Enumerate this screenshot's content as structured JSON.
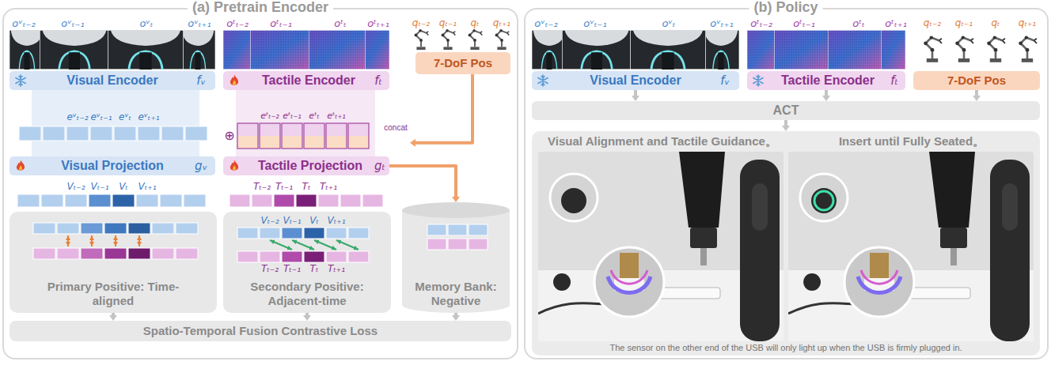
{
  "diagram": {
    "nodes": [
      {
        "text": [
          "(a) Pretrain Encoder"
        ]
      },
      {
        "text": [
          "Visual Encoder",
          "fᵥ"
        ],
        "in": 0
      },
      {
        "text": [
          "Tactile Encoder",
          "fₜ"
        ],
        "in": 0
      },
      {
        "text": [
          "7-DoF Pos"
        ],
        "in": 0
      },
      {
        "text": [
          "eᵛₜ₋₂",
          "eᵛₜ₋₁",
          "eᵛₜ",
          "eᵛₜ₊₁"
        ],
        "in": 0
      },
      {
        "text": [
          "⊕",
          "eᵗₜ₋₂",
          "eᵗₜ₋₁",
          "eᵗₜ",
          "eᵗₜ₊₁",
          "concat"
        ],
        "in": 0
      },
      {
        "text": [
          "Visual Projection",
          "gᵥ"
        ],
        "in": 0
      },
      {
        "text": [
          "Tactile Projection",
          "gₜ"
        ],
        "in": 0
      },
      {
        "text": [
          "Primary Positive: Time-aligned"
        ],
        "in": 0
      },
      {
        "text": [
          "Secondary Positive: Adjacent-time"
        ],
        "in": 0
      },
      {
        "text": [
          "Memory Bank: Negative"
        ],
        "in": 0
      },
      {
        "text": [
          "Spatio-Temporal Fusion Contrastive Loss"
        ],
        "in": 0
      },
      {
        "text": [
          "(b) Policy"
        ]
      },
      {
        "text": [
          "Visual Encoder",
          "fᵥ"
        ],
        "in": 12
      },
      {
        "text": [
          "Tactile Encoder",
          "fₜ"
        ],
        "in": 12
      },
      {
        "text": [
          "7-DoF Pos"
        ],
        "in": 12
      },
      {
        "text": [
          "ACT"
        ],
        "in": 12
      },
      {
        "text": [
          "Visual Alignment and Tactile Guidance。",
          "Insert until Fully Seated。",
          "The sensor on the other end of the USB will only light up when the USB is firmly plugged in."
        ],
        "in": 12
      }
    ],
    "edges": [
      {
        "from": 3,
        "to": 5,
        "arrow": "to"
      },
      {
        "from": 7,
        "to": 10,
        "arrow": "to"
      },
      {
        "from": 8,
        "to": 11,
        "arrow": "to"
      },
      {
        "from": 9,
        "to": 11,
        "arrow": "to"
      },
      {
        "from": 10,
        "to": 11,
        "arrow": "to"
      },
      {
        "from": 13,
        "to": 16,
        "arrow": "to"
      },
      {
        "from": 14,
        "to": 16,
        "arrow": "to"
      },
      {
        "from": 15,
        "to": 16,
        "arrow": "to"
      },
      {
        "from": 16,
        "to": 17,
        "arrow": "to"
      }
    ],
    "labels": [
      "oᵛₜ₋₂",
      "oᵛₜ₋₁",
      "oᵛₜ",
      "oᵛₜ₊₁",
      "oᵗₜ₋₂",
      "oᵗₜ₋₁",
      "oᵗₜ",
      "oᵗₜ₊₁",
      "qₜ₋₂",
      "qₜ₋₁",
      "qₜ",
      "qₜ₊₁",
      "Vₜ₋₂",
      "Vₜ₋₁",
      "Vₜ",
      "Vₜ₊₁",
      "Tₜ₋₂",
      "Tₜ₋₁",
      "Tₜ",
      "Tₜ₊₁",
      "Vₜ₋₂",
      "Vₜ₋₁",
      "Vₜ",
      "Vₜ₊₁",
      "Tₜ₋₂",
      "Tₜ₋₁",
      "Tₜ",
      "Tₜ₊₁",
      "oᵛₜ₋₂",
      "oᵛₜ₋₁",
      "oᵛₜ",
      "oᵛₜ₊₁",
      "oᵗₜ₋₂",
      "oᵗₜ₋₁",
      "oᵗₜ",
      "oᵗₜ₊₁",
      "qₜ₋₂",
      "qₜ₋₁",
      "qₜ",
      "qₜ₊₁"
    ]
  }
}
